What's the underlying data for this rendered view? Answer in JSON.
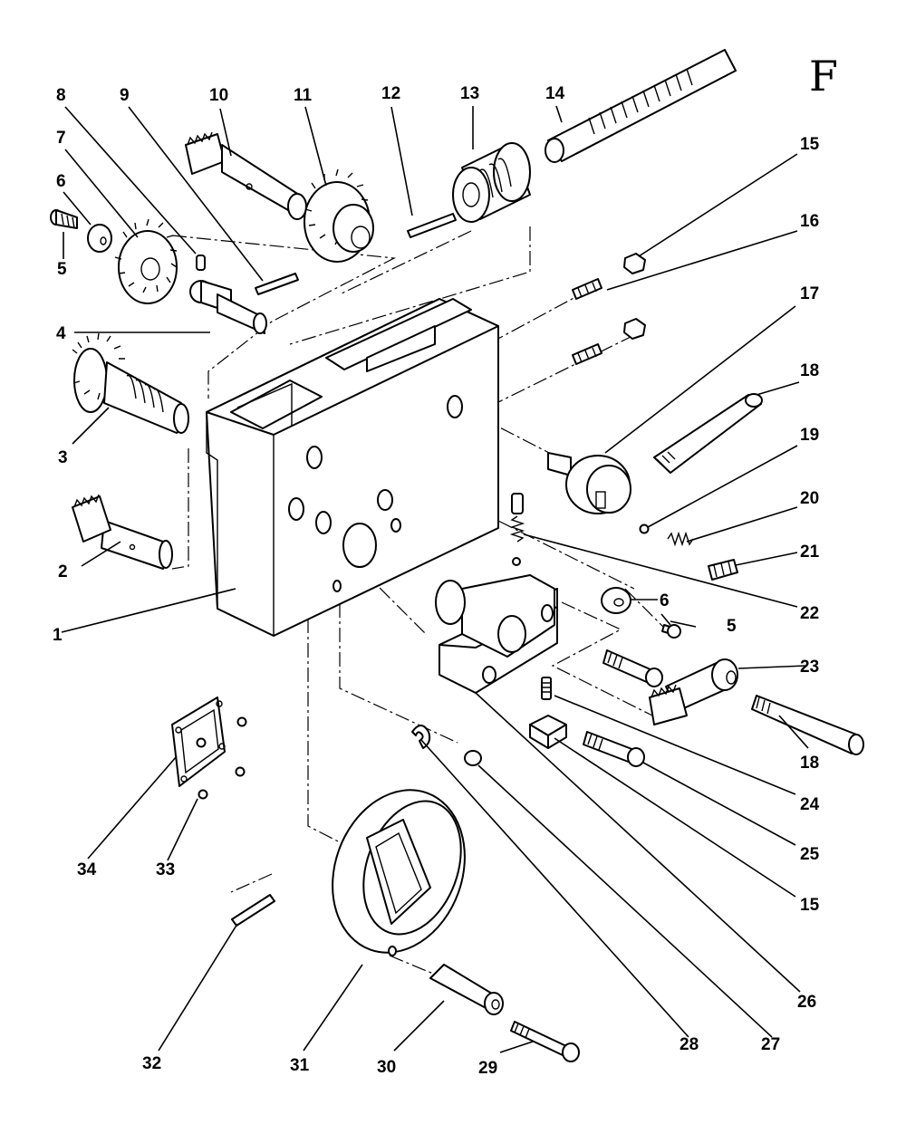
{
  "sheet_letter": "F",
  "callouts": {
    "c1": "1",
    "c2": "2",
    "c3": "3",
    "c4": "4",
    "c5a": "5",
    "c5b": "5",
    "c6a": "6",
    "c6b": "6",
    "c7": "7",
    "c8": "8",
    "c9": "9",
    "c10": "10",
    "c11": "11",
    "c12": "12",
    "c13": "13",
    "c14": "14",
    "c15a": "15",
    "c15b": "15",
    "c16": "16",
    "c17": "17",
    "c18a": "18",
    "c18b": "18",
    "c19": "19",
    "c20": "20",
    "c21": "21",
    "c22": "22",
    "c23": "23",
    "c24": "24",
    "c25": "25",
    "c26": "26",
    "c27": "27",
    "c28": "28",
    "c29": "29",
    "c30": "30",
    "c31": "31",
    "c32": "32",
    "c33": "33",
    "c34": "34"
  }
}
